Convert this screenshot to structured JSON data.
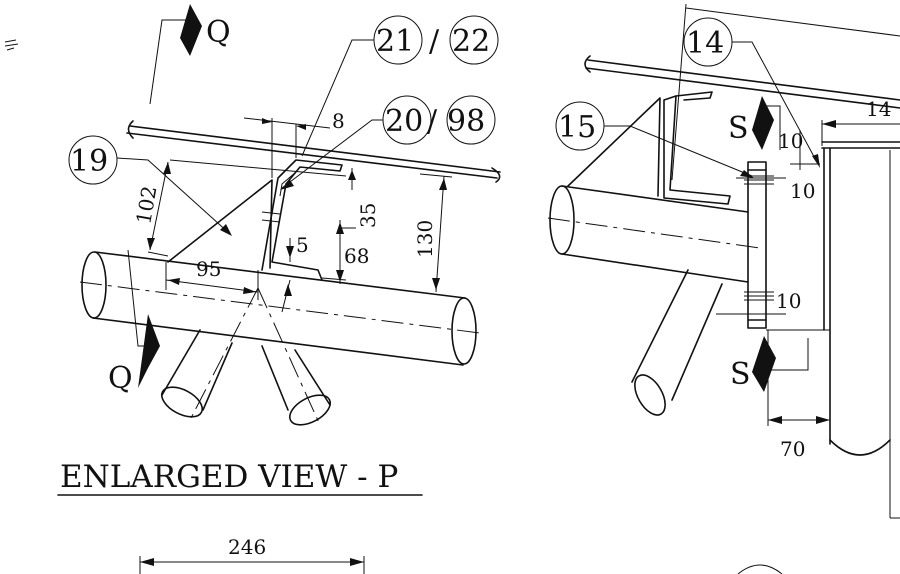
{
  "left_view": {
    "section_label_top": "Q",
    "section_label_bottom": "Q",
    "callouts": {
      "c19": "19",
      "c21": "21",
      "c22": "22",
      "c20": "20",
      "c98": "98",
      "slash": "/"
    },
    "dimensions": {
      "d8": "8",
      "d102": "102",
      "d35": "35",
      "d130": "130",
      "d5": "5",
      "d68": "68",
      "d95": "95"
    }
  },
  "right_view": {
    "callouts": {
      "c14": "14",
      "c15": "15"
    },
    "section_label_top": "S",
    "section_label_bottom": "S",
    "dimensions": {
      "d14x": "14",
      "d10a": "10",
      "d10b": "10",
      "d10c": "10",
      "d70": "70"
    }
  },
  "caption": "ENLARGED VIEW - P",
  "bottom_dimension": "246"
}
